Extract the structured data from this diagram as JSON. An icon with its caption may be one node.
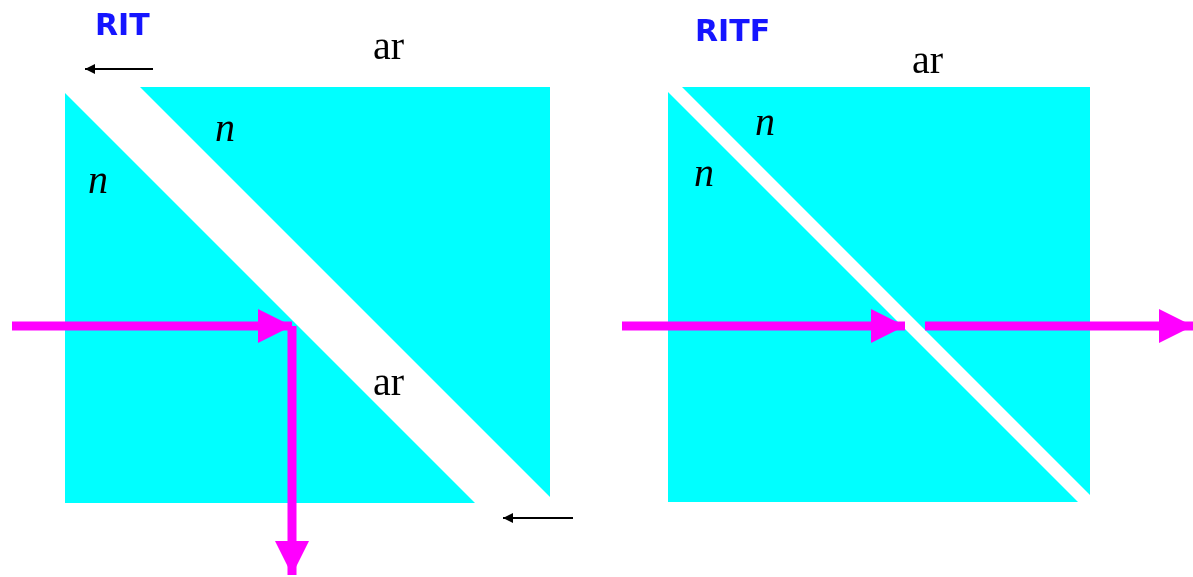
{
  "diagram": {
    "nodes": [
      {
        "text": [
          "n"
        ]
      },
      {
        "text": [
          "n"
        ]
      },
      {
        "text": [
          "n"
        ]
      },
      {
        "text": [
          "n"
        ]
      }
    ],
    "labels": [
      "RIT",
      "ar",
      "ar",
      "RITF",
      "ar"
    ]
  }
}
